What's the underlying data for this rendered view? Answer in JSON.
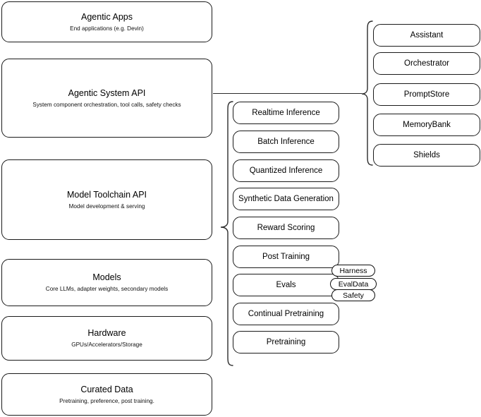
{
  "diagram": {
    "type": "layered-stack-diagram",
    "background_color": "#ffffff",
    "stroke_color": "#1a1a1a",
    "left_stack": {
      "name": "platform-layers",
      "items": [
        {
          "title": "Agentic Apps",
          "subtitle": "End applications (e.g. Devin)"
        },
        {
          "title": "Agentic System API",
          "subtitle": "System component orchestration, tool calls, safety checks"
        },
        {
          "title": "Model Toolchain API",
          "subtitle": "Model development & serving"
        },
        {
          "title": "Models",
          "subtitle": "Core LLMs, adapter weights, secondary models"
        },
        {
          "title": "Hardware",
          "subtitle": "GPUs/Accelerators/Storage"
        },
        {
          "title": "Curated Data",
          "subtitle": "Pretraining, preference, post training."
        }
      ]
    },
    "middle_stack": {
      "name": "model-toolchain-capabilities",
      "items": [
        {
          "title": "Realtime Inference"
        },
        {
          "title": "Batch Inference"
        },
        {
          "title": "Quantized Inference"
        },
        {
          "title": "Synthetic Data Generation"
        },
        {
          "title": "Reward Scoring"
        },
        {
          "title": "Post Training"
        },
        {
          "title": "Evals"
        },
        {
          "title": "Continual Pretraining"
        },
        {
          "title": "Pretraining"
        }
      ]
    },
    "right_stack": {
      "name": "agentic-system-components",
      "items": [
        {
          "title": "Assistant"
        },
        {
          "title": "Orchestrator"
        },
        {
          "title": "PromptStore"
        },
        {
          "title": "MemoryBank"
        },
        {
          "title": "Shields"
        }
      ]
    },
    "eval_pills": {
      "name": "evals-subcomponents",
      "items": [
        {
          "title": "Harness"
        },
        {
          "title": "EvalData"
        },
        {
          "title": "Safety"
        }
      ]
    }
  }
}
